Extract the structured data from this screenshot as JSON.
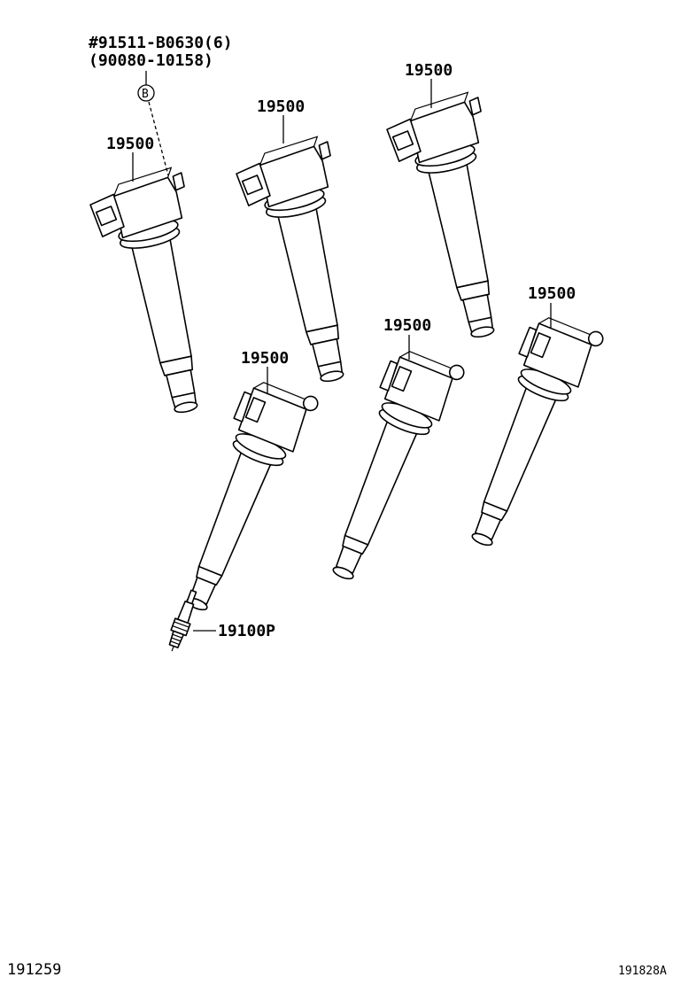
{
  "callouts": {
    "bolt_part": "#91511-B0630(6)",
    "bolt_alt": "(90080-10158)",
    "bolt_ref_letter": "B",
    "coil_1": "19500",
    "coil_2": "19500",
    "coil_3": "19500",
    "coil_4": "19500",
    "coil_5": "19500",
    "coil_6": "19500",
    "spark_plug": "19100P"
  },
  "footer": {
    "page_code": "191259",
    "figure_code": "191828A"
  }
}
